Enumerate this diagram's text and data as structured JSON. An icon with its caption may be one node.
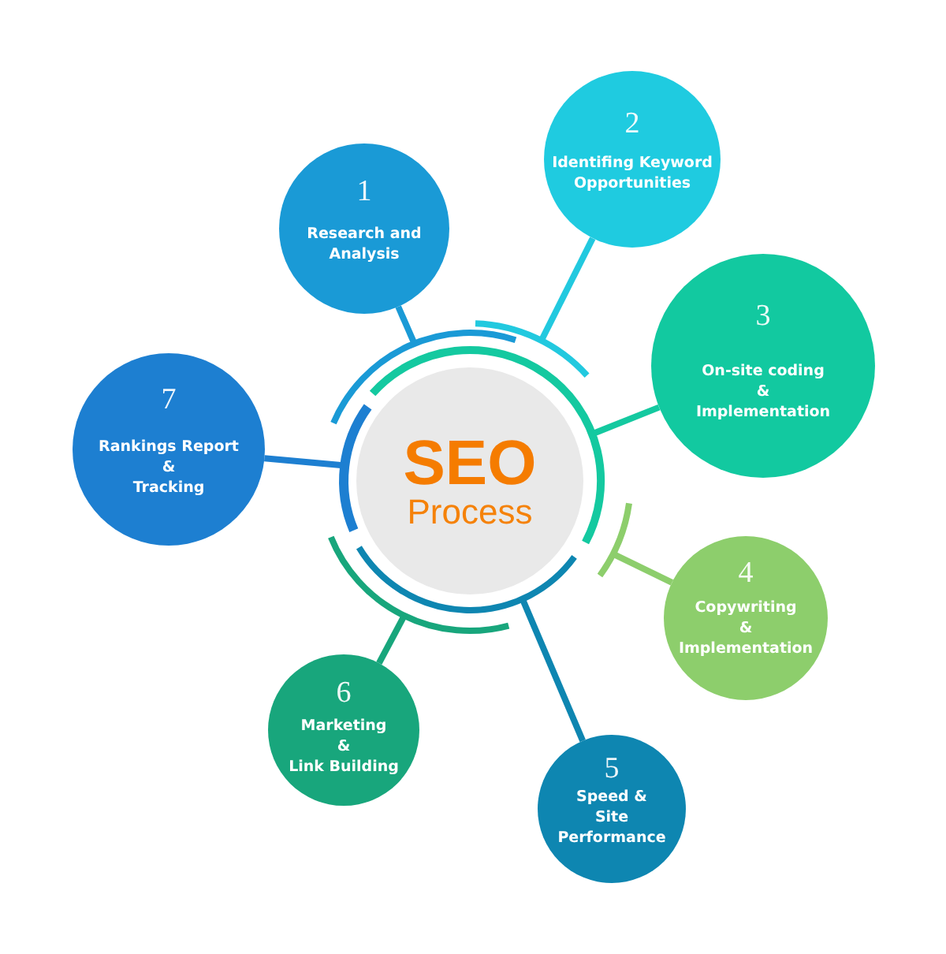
{
  "diagram": {
    "nodes": [
      {
        "text": [
          "SEO",
          "Process"
        ]
      },
      {
        "text": [
          "1",
          "Research and Analysis"
        ]
      },
      {
        "text": [
          "2",
          "Identifing Keyword Opportunities"
        ]
      },
      {
        "text": [
          "3",
          "On-site coding & Implementation"
        ]
      },
      {
        "text": [
          "4",
          "Copywriting & Implementation"
        ]
      },
      {
        "text": [
          "5",
          "Speed & Site Performance"
        ]
      },
      {
        "text": [
          "6",
          "Marketing & Link Building"
        ]
      },
      {
        "text": [
          "7",
          "Rankings Report & Tracking"
        ]
      }
    ],
    "edges": [
      {
        "from": 0,
        "to": 1,
        "arrow": "none",
        "color": "#1a9ad6"
      },
      {
        "from": 0,
        "to": 2,
        "arrow": "none",
        "color": "#22c9df"
      },
      {
        "from": 0,
        "to": 3,
        "arrow": "none",
        "color": "#14c9a0"
      },
      {
        "from": 0,
        "to": 4,
        "arrow": "none",
        "color": "#8dce6c"
      },
      {
        "from": 0,
        "to": 5,
        "arrow": "none",
        "color": "#0e86b1"
      },
      {
        "from": 0,
        "to": 6,
        "arrow": "none",
        "color": "#18a67c"
      },
      {
        "from": 0,
        "to": 7,
        "arrow": "none",
        "color": "#1d7fd1"
      }
    ]
  }
}
